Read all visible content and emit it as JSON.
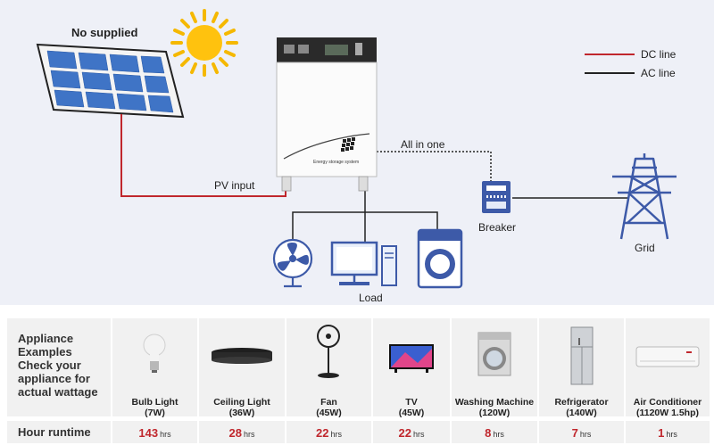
{
  "diagram": {
    "solar_label": "No supplied",
    "pv_input_label": "PV input",
    "all_in_one_label": "All in one",
    "load_label": "Load",
    "breaker_label": "Breaker",
    "grid_label": "Grid",
    "device_text": "Energy storage system",
    "legend": {
      "dc_label": "DC line",
      "ac_label": "AC line",
      "dc_color": "#c0272d",
      "ac_color": "#222222"
    }
  },
  "table": {
    "header_label": "Appliance Examples Check your appliance for actual wattage",
    "runtime_label": "Hour runtime",
    "unit": "hrs",
    "appliances": [
      {
        "name": "Bulb Light",
        "power": "(7W)",
        "runtime": "143",
        "icon": "bulb-icon"
      },
      {
        "name": "Ceiling Light",
        "power": "(36W)",
        "runtime": "28",
        "icon": "ceiling-light-icon"
      },
      {
        "name": "Fan",
        "power": "(45W)",
        "runtime": "22",
        "icon": "standing-fan-icon"
      },
      {
        "name": "TV",
        "power": "(45W)",
        "runtime": "22",
        "icon": "tv-icon"
      },
      {
        "name": "Washing Machine",
        "power": "(120W)",
        "runtime": "8",
        "icon": "washing-machine-icon"
      },
      {
        "name": "Refrigerator",
        "power": "(140W)",
        "runtime": "7",
        "icon": "refrigerator-icon"
      },
      {
        "name": "Air Conditioner",
        "power": "(1120W 1.5hp)",
        "runtime": "1",
        "icon": "air-conditioner-icon"
      }
    ]
  }
}
